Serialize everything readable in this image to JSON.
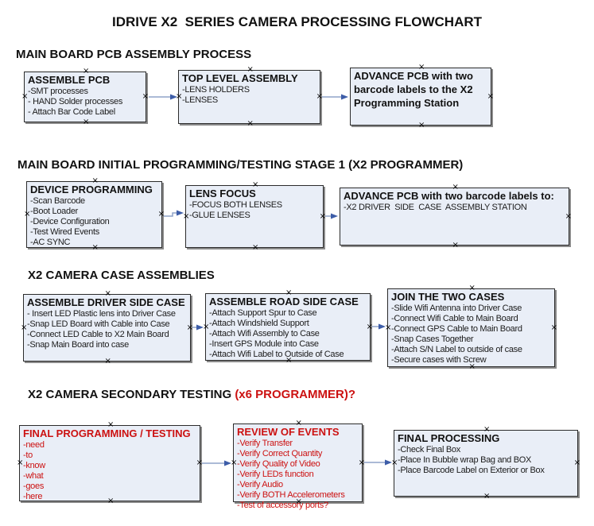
{
  "title": "IDRIVE X2  SERIES CAMERA PROCESSING FLOWCHART",
  "colors": {
    "accent_red": "#cc1111",
    "box_fill": "#e9eef7",
    "box_border": "#2b2b2b",
    "box_shadow": "#8a8a8a",
    "arrow_line": "#8fa3c8",
    "arrow_head": "#3d5da8"
  },
  "sections": [
    {
      "heading": "MAIN BOARD PCB ASSEMBLY PROCESS",
      "boxes": [
        {
          "title": "ASSEMBLE PCB",
          "items": [
            "-SMT processes",
            "- HAND Solder processes",
            "- Attach Bar Code Label"
          ]
        },
        {
          "title": "TOP LEVEL ASSEMBLY",
          "items": [
            "-LENS HOLDERS",
            "-LENSES"
          ]
        },
        {
          "title": "ADVANCE PCB with two barcode labels to the X2 Programming Station",
          "items": []
        }
      ]
    },
    {
      "heading": "MAIN BOARD INITIAL PROGRAMMING/TESTING STAGE 1 (X2 PROGRAMMER)",
      "boxes": [
        {
          "title": "DEVICE PROGRAMMING",
          "items": [
            "-Scan Barcode",
            "-Boot Loader",
            "-Device Configuration",
            "-Test Wired Events",
            "-AC SYNC"
          ]
        },
        {
          "title": "LENS FOCUS",
          "items": [
            "-FOCUS BOTH LENSES",
            "-GLUE LENSES"
          ]
        },
        {
          "title": "ADVANCE PCB with two barcode labels to:",
          "items": [
            "-X2 DRIVER  SIDE  CASE  ASSEMBLY STATION"
          ]
        }
      ]
    },
    {
      "heading": "X2 CAMERA CASE ASSEMBLIES",
      "boxes": [
        {
          "title": "ASSEMBLE DRIVER SIDE CASE",
          "items": [
            "- Insert LED Plastic lens into Driver Case",
            "-Snap LED Board with Cable into Case",
            "-Connect LED Cable to X2 Main Board",
            "-Snap Main Board into case"
          ]
        },
        {
          "title": "ASSEMBLE ROAD SIDE CASE",
          "items": [
            "-Attach Support Spur to Case",
            "-Attach Windshield Support",
            "-Attach Wifi Assembly to Case",
            "-Insert GPS Module into Case",
            "-Attach Wifi Label to Outside of Case"
          ]
        },
        {
          "title": "JOIN THE TWO CASES",
          "items": [
            "-Slide Wifi Antenna into Driver Case",
            "-Connect Wifi Cable to Main Board",
            "-Connect GPS Cable to Main Board",
            "-Snap Cases Together",
            "-Attach S/N Label to outside of case",
            "-Secure cases with Screw"
          ]
        }
      ]
    },
    {
      "heading": "X2 CAMERA SECONDARY TESTING ",
      "heading_red": "(x6 PROGRAMMER)?",
      "boxes": [
        {
          "title": "FINAL PROGRAMMING / TESTING",
          "items": [
            "-need",
            "-to",
            "-know",
            "-what",
            "-goes",
            "-here"
          ]
        },
        {
          "title": "REVIEW OF EVENTS",
          "items": [
            "-Verify Transfer",
            "-Verify Correct Quantity",
            "-Verify Quality of Video",
            "-Verify LEDs function",
            "-Verify Audio",
            "-Verify BOTH Accelerometers",
            "-Test of accessory ports?"
          ]
        },
        {
          "title": "FINAL PROCESSING",
          "items": [
            "-Check Final Box",
            "-Place In Bubble wrap Bag and BOX",
            "-Place Barcode Label on Exterior or Box"
          ]
        }
      ]
    }
  ]
}
